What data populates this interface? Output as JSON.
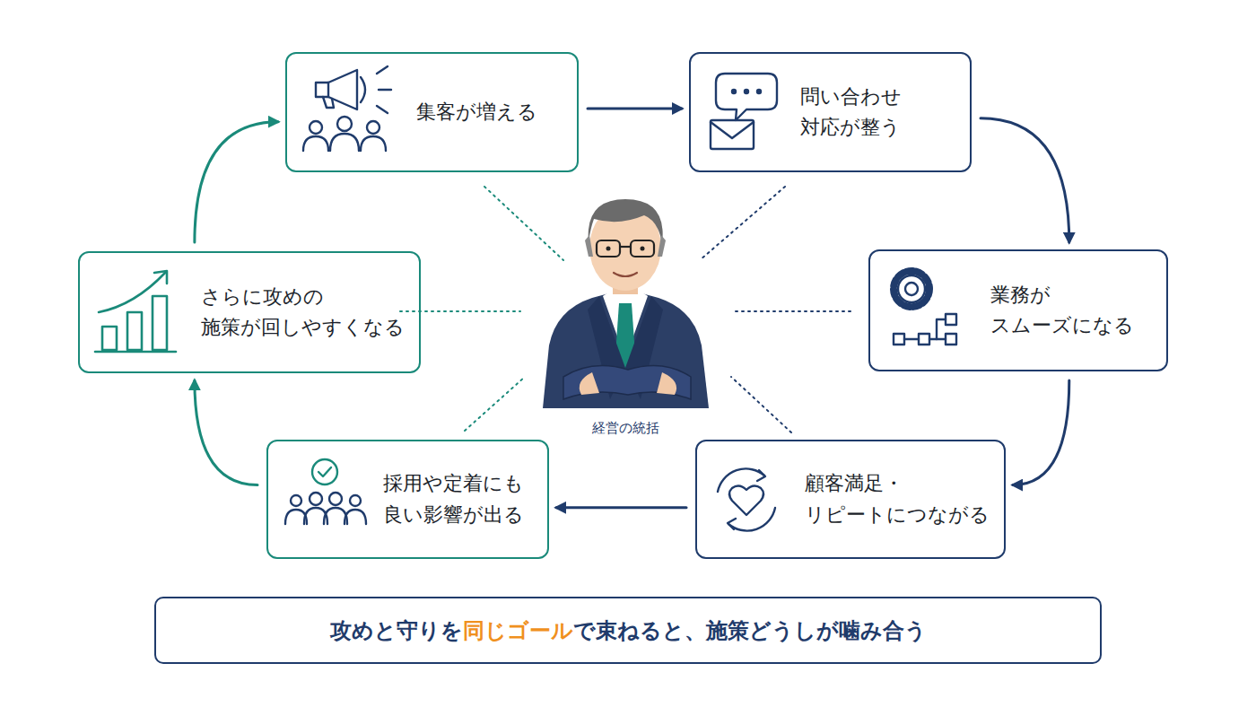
{
  "diagram": {
    "nodes": [
      {
        "text": [
          "集客が増える"
        ]
      },
      {
        "text": [
          "問い合わせ 対応が整う"
        ]
      },
      {
        "text": [
          "業務が スムーズになる"
        ]
      },
      {
        "text": [
          "顧客満足・ リピートにつながる"
        ]
      },
      {
        "text": [
          "採用や定着にも 良い影響が出る"
        ]
      },
      {
        "text": [
          "さらに攻めの 施策が回しやすくなる"
        ]
      },
      {
        "text": [
          "攻めと守りを",
          "同じゴール",
          "で束ねると、施策どうしが噛み合う"
        ]
      }
    ],
    "edges": [
      {
        "from": 0,
        "to": 1,
        "arrow": "to"
      },
      {
        "from": 1,
        "to": 2,
        "arrow": "to"
      },
      {
        "from": 2,
        "to": 3,
        "arrow": "to"
      },
      {
        "from": 3,
        "to": 4,
        "arrow": "to"
      },
      {
        "from": 4,
        "to": 5,
        "arrow": "to"
      },
      {
        "from": 5,
        "to": 0,
        "arrow": "to"
      }
    ],
    "labels": [
      "経営の統括"
    ]
  }
}
